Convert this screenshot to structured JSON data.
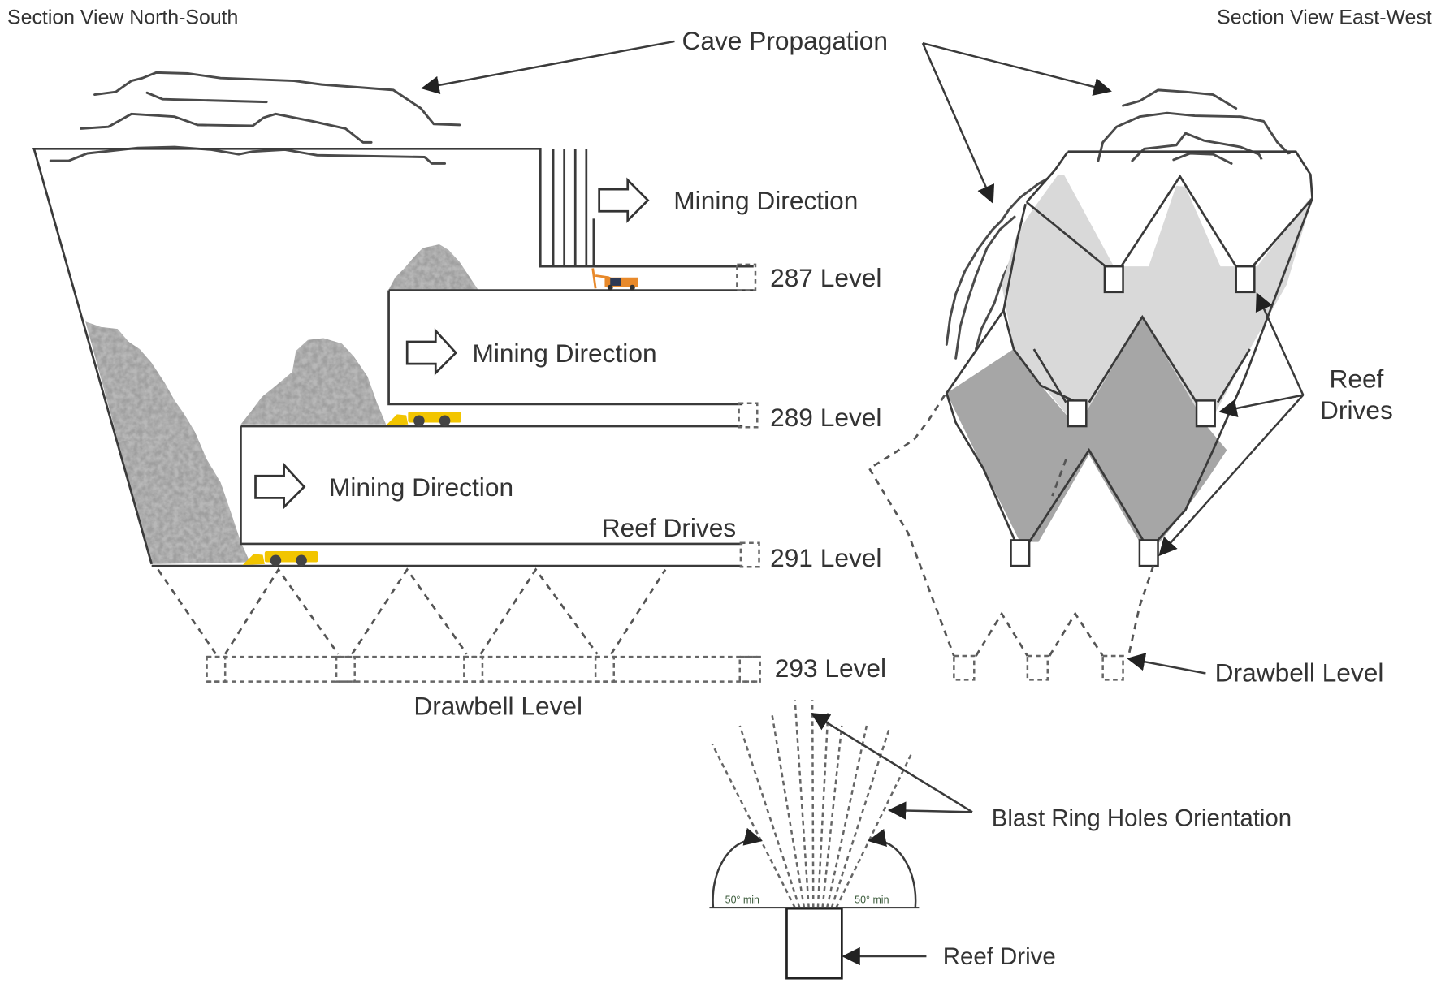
{
  "titles": {
    "north_south": "Section View North-South",
    "east_west": "Section View East-West"
  },
  "annotations": {
    "cave_propagation": "Cave Propagation",
    "mining_direction_1": "Mining Direction",
    "mining_direction_2": "Mining Direction",
    "mining_direction_3": "Mining Direction",
    "reef_drives_ns": "Reef Drives",
    "reef_drives_ew_line1": "Reef",
    "reef_drives_ew_line2": "Drives",
    "drawbell_level_ns": "Drawbell Level",
    "drawbell_level_ew": "Drawbell Level",
    "blast_ring_holes": "Blast Ring Holes Orientation",
    "reef_drive": "Reef Drive",
    "angle_left": "50° min",
    "angle_right": "50° min"
  },
  "levels": [
    {
      "id": "287",
      "label": "287 Level"
    },
    {
      "id": "289",
      "label": "289 Level"
    },
    {
      "id": "291",
      "label": "291 Level"
    },
    {
      "id": "293",
      "label": "293 Level"
    }
  ],
  "equipment": {
    "drill_rig_level": "287",
    "loader_levels": [
      "289",
      "291"
    ]
  },
  "colors": {
    "line": "#3a3a3a",
    "text": "#333333",
    "rock_fill": "#9a9a9a",
    "upper_cave_fill": "#d9d9d9",
    "lower_cave_fill": "#a6a6a6",
    "loader_yellow": "#f2c500",
    "drill_orange": "#e8892a"
  }
}
